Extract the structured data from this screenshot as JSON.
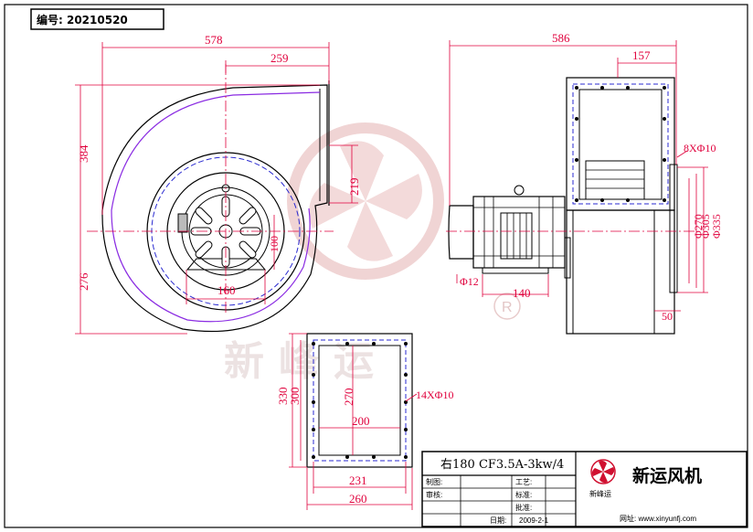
{
  "header": {
    "drawing_no": "编号: 20210520"
  },
  "watermark": {
    "brand": "新峰运",
    "registered": "R"
  },
  "dimensions": {
    "front_width": "578",
    "outlet_offset": "259",
    "height_top": "384",
    "outlet_height": "219",
    "height_bottom": "276",
    "motor_base_h": "100",
    "motor_base_w": "160",
    "side_width": "586",
    "inlet_offset": "157",
    "bolt_holes_inlet": "8XΦ10",
    "d_270": "Φ270",
    "d_305": "Φ305",
    "d_335": "Φ335",
    "shaft": "Φ12",
    "base_140": "140",
    "side_50": "50",
    "flange_330": "330",
    "flange_300": "300",
    "flange_270": "270",
    "flange_200": "200",
    "flange_holes": "14XΦ10",
    "flange_231": "231",
    "flange_260": "260"
  },
  "title_block": {
    "model": "右180 CF3.5A-3kw/4",
    "company": "新运风机",
    "logo_text": "新峰运",
    "website": "网址: www.xinyunfj.com",
    "date_label": "日期:",
    "date": "2009-2-1",
    "rows_left": [
      "制图:",
      "审核:"
    ],
    "rows_right": [
      "工艺:",
      "标准:",
      "批准:"
    ]
  },
  "colors": {
    "outline": "#000000",
    "dimension": "#e0003c",
    "hidden": "#2a2ad0",
    "watermark": "#e8c8c8"
  }
}
